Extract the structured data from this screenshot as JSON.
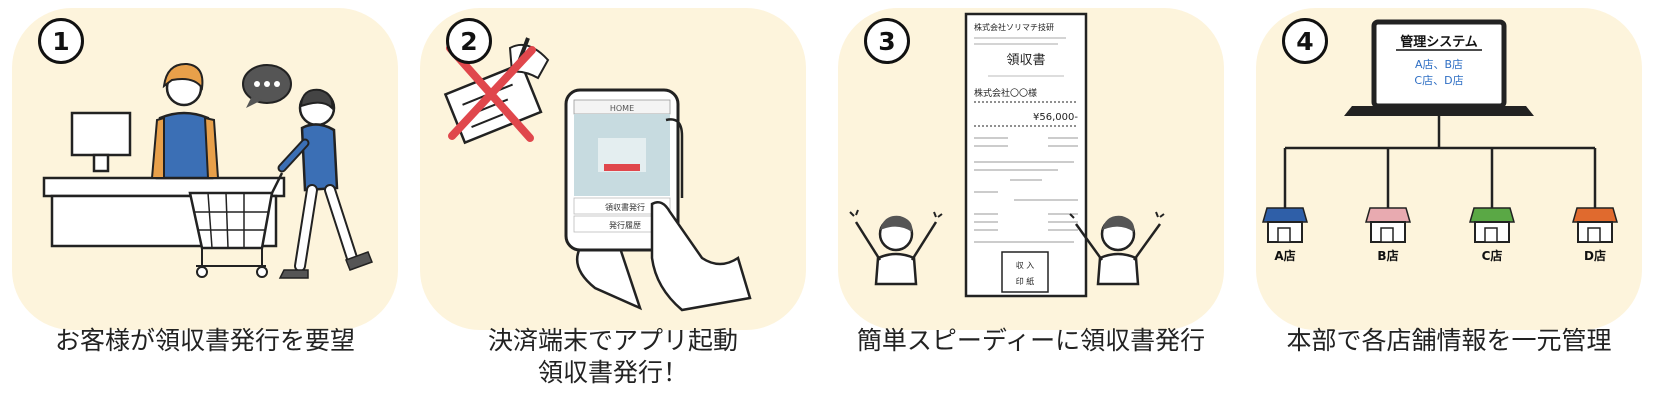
{
  "steps": [
    {
      "number": "1",
      "caption": [
        "お客様が領収書発行を要望"
      ]
    },
    {
      "number": "2",
      "caption": [
        "決済端末でアプリ起動",
        "領収書発行！"
      ],
      "phone": {
        "header": "HOME",
        "button_issue": "領収書発行",
        "button_history": "発行履歴"
      }
    },
    {
      "number": "3",
      "caption": [
        "簡単スピーディーに領収書発行"
      ],
      "receipt": {
        "company": "株式会社ソリマチ技研",
        "title": "領収書",
        "customer": "株式会社〇〇様",
        "amount": "¥56,000-",
        "stamp_top": "収 入",
        "stamp_bottom": "印 紙"
      }
    },
    {
      "number": "4",
      "caption": [
        "本部で各店舗情報を一元管理"
      ],
      "system": {
        "title": "管理システム",
        "line1": "A店、B店",
        "line2": "C店、D店"
      },
      "stores": [
        {
          "label": "A店",
          "color": "#2f5fa8"
        },
        {
          "label": "B店",
          "color": "#e8aab0"
        },
        {
          "label": "C店",
          "color": "#5aa845"
        },
        {
          "label": "D店",
          "color": "#e06a2e"
        }
      ]
    }
  ]
}
